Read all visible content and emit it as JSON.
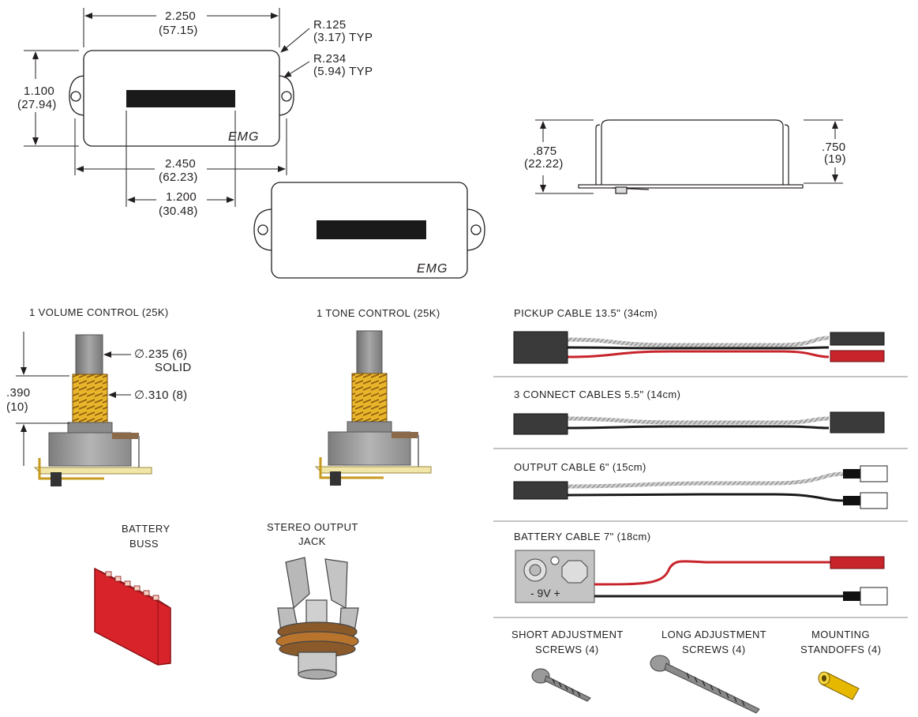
{
  "pickup_dimensions": {
    "width": "2.250",
    "width_mm": "(57.15)",
    "corner_radius": "R.125",
    "corner_radius_mm": "(3.17) TYP",
    "ear_radius": "R.234",
    "ear_radius_mm": "(5.94) TYP",
    "height": "1.100",
    "height_mm": "(27.94)",
    "mount_width": "2.450",
    "mount_width_mm": "(62.23)",
    "bar_width": "1.200",
    "bar_width_mm": "(30.48)",
    "brand": "EMG"
  },
  "side_view": {
    "total_height": ".875",
    "total_height_mm": "(22.22)",
    "body_height": ".750",
    "body_height_mm": "(19)"
  },
  "volume_control": {
    "title": "1 VOLUME CONTROL (25K)",
    "shaft_diameter": "∅.235 (6)",
    "shaft_type": "SOLID",
    "bushing_diameter": "∅.310 (8)",
    "thread_length": ".390",
    "thread_length_mm": "(10)"
  },
  "tone_control": {
    "title": "1 TONE CONTROL (25K)"
  },
  "battery_buss": {
    "line1": "BATTERY",
    "line2": "BUSS"
  },
  "output_jack": {
    "line1": "STEREO OUTPUT",
    "line2": "JACK"
  },
  "cables": [
    {
      "label": "PICKUP CABLE 13.5\" (34cm)"
    },
    {
      "label": "3 CONNECT CABLES 5.5\" (14cm)"
    },
    {
      "label": "OUTPUT CABLE 6\" (15cm)"
    },
    {
      "label": "BATTERY CABLE 7\" (18cm)",
      "battery_text": "- 9V +"
    }
  ],
  "hardware": [
    {
      "line1": "SHORT ADJUSTMENT",
      "line2": "SCREWS (4)"
    },
    {
      "line1": "LONG ADJUSTMENT",
      "line2": "SCREWS (4)"
    },
    {
      "line1": "MOUNTING",
      "line2": "STANDOFFS (4)"
    }
  ],
  "colors": {
    "line": "#231f20",
    "pickup_bar": "#1a1a1a",
    "thread_gold": "#d9a520",
    "pot_body": "#9a9a9a",
    "buss_red": "#d8232a",
    "cable_red": "#c8242b",
    "standoff_yellow": "#f2c500",
    "jack_brass": "#b8732c"
  }
}
